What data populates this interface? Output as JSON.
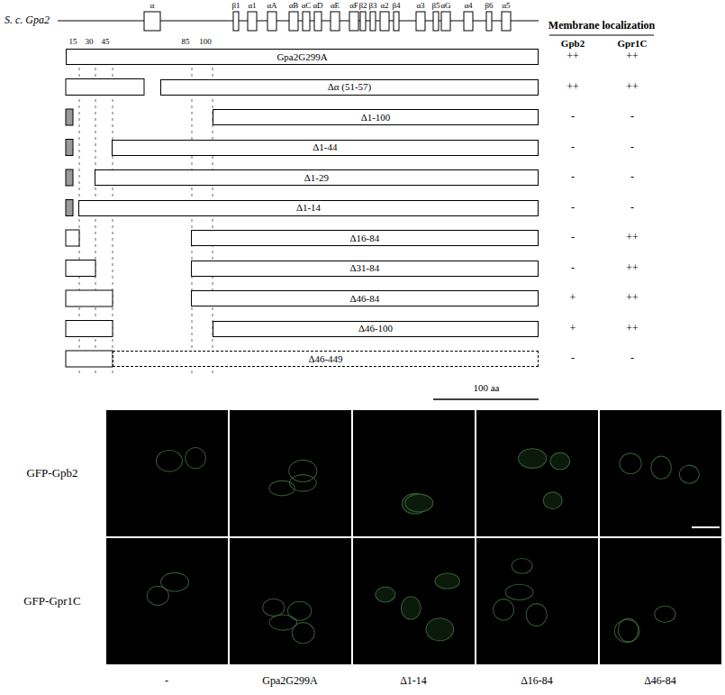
{
  "diagram": {
    "nodes": [
      {
        "text": [
          "Gpa2G299A"
        ]
      },
      {
        "text": [
          "Δα (51-57)"
        ]
      },
      {
        "text": [
          "Δ1-100"
        ]
      },
      {
        "text": [
          "Δ1-44"
        ]
      },
      {
        "text": [
          "Δ1-29"
        ]
      },
      {
        "text": [
          "Δ1-14"
        ]
      },
      {
        "text": [
          "Δ16-84"
        ]
      },
      {
        "text": [
          "Δ31-84"
        ]
      },
      {
        "text": [
          "Δ46-84"
        ]
      },
      {
        "text": [
          "Δ46-100"
        ]
      },
      {
        "text": [
          "Δ46-449"
        ]
      }
    ],
    "labels": [
      "S. c. Gpa2",
      "α",
      "β1",
      "α1",
      "αA",
      "αB",
      "αC",
      "αD",
      "αE",
      "αF",
      "β2",
      "β3",
      "α2",
      "β4",
      "α3",
      "β5",
      "αG",
      "α4",
      "β6",
      "α5",
      "15",
      "30",
      "45",
      "85",
      "100",
      "Membrane localization",
      "Gpb2",
      "Gpr1C",
      "++",
      "++",
      "++",
      "++",
      "-",
      "-",
      "-",
      "-",
      "-",
      "-",
      "-",
      "-",
      "-",
      "++",
      "-",
      "++",
      "+",
      "++",
      "+",
      "++",
      "-",
      "-",
      "100 aa",
      "GFP-Gpb2",
      "GFP-Gpr1C",
      "-",
      "Gpa2G299A",
      "Δ1-14",
      "Δ16-84",
      "Δ46-84"
    ]
  }
}
